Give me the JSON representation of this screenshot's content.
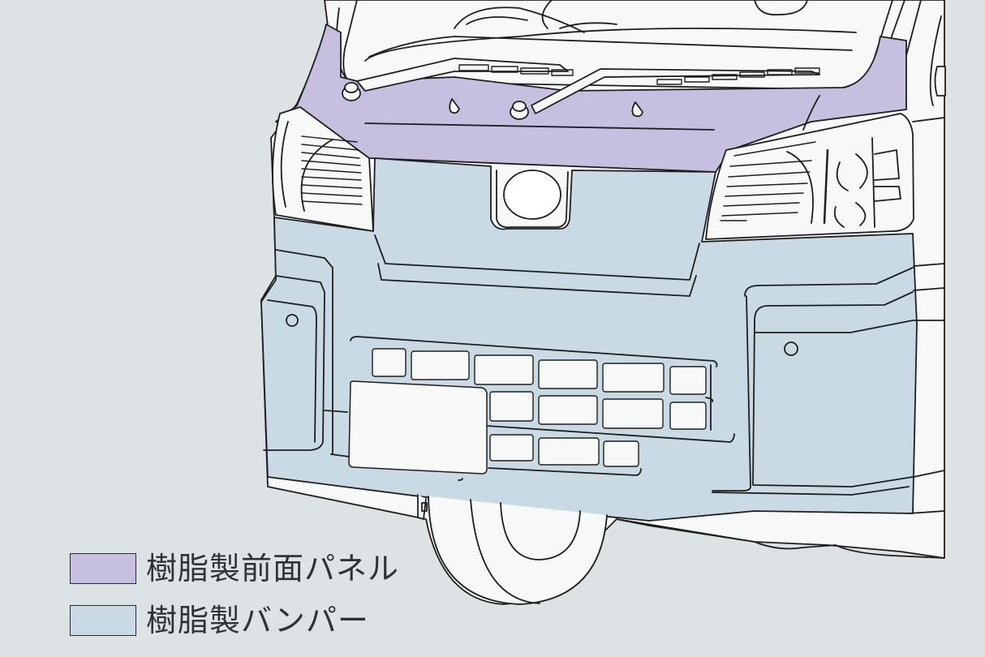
{
  "figure": {
    "subject": "light truck front view illustration",
    "colors": {
      "background": "#dde2e5",
      "body_white": "#f7f8f8",
      "outline": "#1e1e1e",
      "front_panel": "#c6bfdf",
      "bumper": "#c9dae4"
    }
  },
  "legend": {
    "items": [
      {
        "label": "樹脂製前面パネル",
        "color": "#c6bfdf"
      },
      {
        "label": "樹脂製バンパー",
        "color": "#c9dae4"
      }
    ]
  }
}
